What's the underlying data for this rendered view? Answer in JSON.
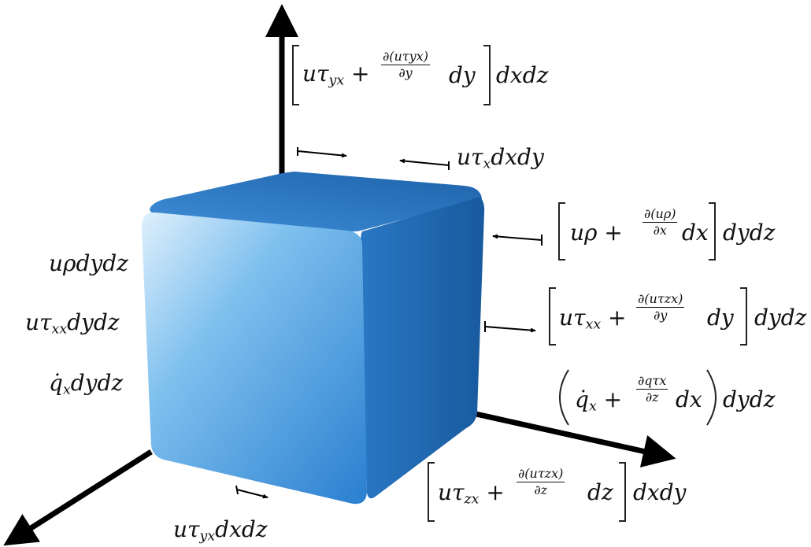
{
  "labels": {
    "left_mass": "uρdydz",
    "left_stress": "uτ",
    "left_stress_sub": "xx",
    "left_stress_tail": "dydz",
    "left_heat": "q̇",
    "left_heat_sub": "x",
    "left_heat_tail": "dydz",
    "bottom": "uτ",
    "bottom_sub": "yx",
    "bottom_tail": "dxdz",
    "top_small": "uτ",
    "top_small_sub": "x",
    "top_small_tail": "dxdy",
    "top_big_pre": "uτ",
    "top_big_pre_sub": "yx",
    "top_big_plus": "+",
    "top_big_num": "∂(uτyx)",
    "top_big_den": "∂y",
    "top_big_dy": "dy",
    "top_big_tail": "dxdz",
    "r1_pre": "uρ +",
    "r1_num": "∂(uρ)",
    "r1_den": "∂x",
    "r1_dx": "dx",
    "r1_tail": "dydz",
    "r2_pre": "uτ",
    "r2_pre_sub": "xx",
    "r2_plus": "+",
    "r2_num": "∂(uτzx)",
    "r2_den": "∂y",
    "r2_dy": "dy",
    "r2_tail": "dydz",
    "r3_pre": "q̇",
    "r3_pre_sub": "x",
    "r3_plus": "+",
    "r3_num": "∂qτx",
    "r3_den": "∂z",
    "r3_dx": "dx",
    "r3_tail": "dydz",
    "r4_pre": "uτ",
    "r4_pre_sub": "zx",
    "r4_plus": "+",
    "r4_num": "∂(uτzx)",
    "r4_den": "∂z",
    "r4_dz": "dz",
    "r4_tail": "dxdy"
  },
  "colors": {
    "cube_dark": "#1b5fa8",
    "cube_mid": "#2f7fd0",
    "cube_light": "#d6ecfb",
    "arrow": "#000000"
  }
}
